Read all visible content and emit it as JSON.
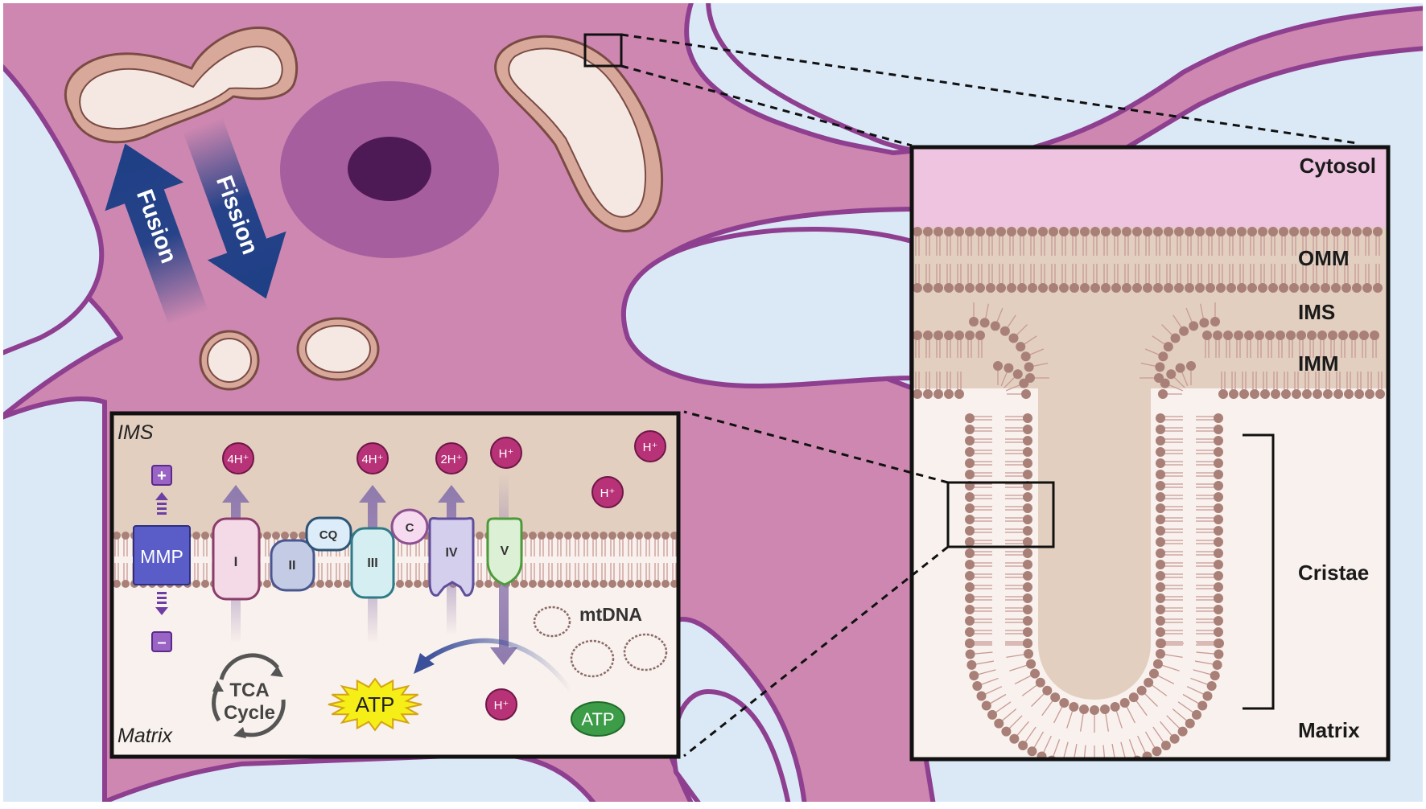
{
  "colors": {
    "background": "#dbe9f7",
    "cell_fill": "#cd87b0",
    "cell_edge": "#8e3f8f",
    "nucleus_outer": "#a65e9e",
    "nucleolus": "#4d1a55",
    "mito_outer": "#d8a99a",
    "mito_inner": "#f5e8e2",
    "arrow_blue": "#1e3f86",
    "cytosol": "#efc4e0",
    "ims": "#e2cfc0",
    "matrix": "#f9f1ed",
    "lipid_head": "#a98078",
    "proton": "#b83278",
    "mmp": "#5a5cc8",
    "atp_yellow": "#f5ef17",
    "atp_green": "#3c9c47",
    "cycle_arrow": "#555555"
  },
  "top_panel": {
    "fusion_label": "Fusion",
    "fission_label": "Fission"
  },
  "zoom_panel": {
    "cytosol": "Cytosol",
    "omm": "OMM",
    "ims": "IMS",
    "imm": "IMM",
    "cristae": "Cristae",
    "matrix": "Matrix"
  },
  "etc_panel": {
    "ims_label": "IMS",
    "matrix_label": "Matrix",
    "mmp_label": "MMP",
    "plus_sign": "+",
    "minus_sign": "–",
    "complex_1": "I",
    "complex_2": "II",
    "complex_cq": "CQ",
    "complex_3": "III",
    "complex_c": "C",
    "complex_4": "IV",
    "complex_5": "V",
    "proton_4h_a": "4H⁺",
    "proton_4h_b": "4H⁺",
    "proton_2h": "2H⁺",
    "proton_h_top": "H⁺",
    "proton_h_free_1": "H⁺",
    "proton_h_free_2": "H⁺",
    "proton_h_matrix": "H⁺",
    "mtdna_label": "mtDNA",
    "tca_line1": "TCA",
    "tca_line2": "Cycle",
    "atp_star": "ATP",
    "atp_green": "ATP"
  }
}
